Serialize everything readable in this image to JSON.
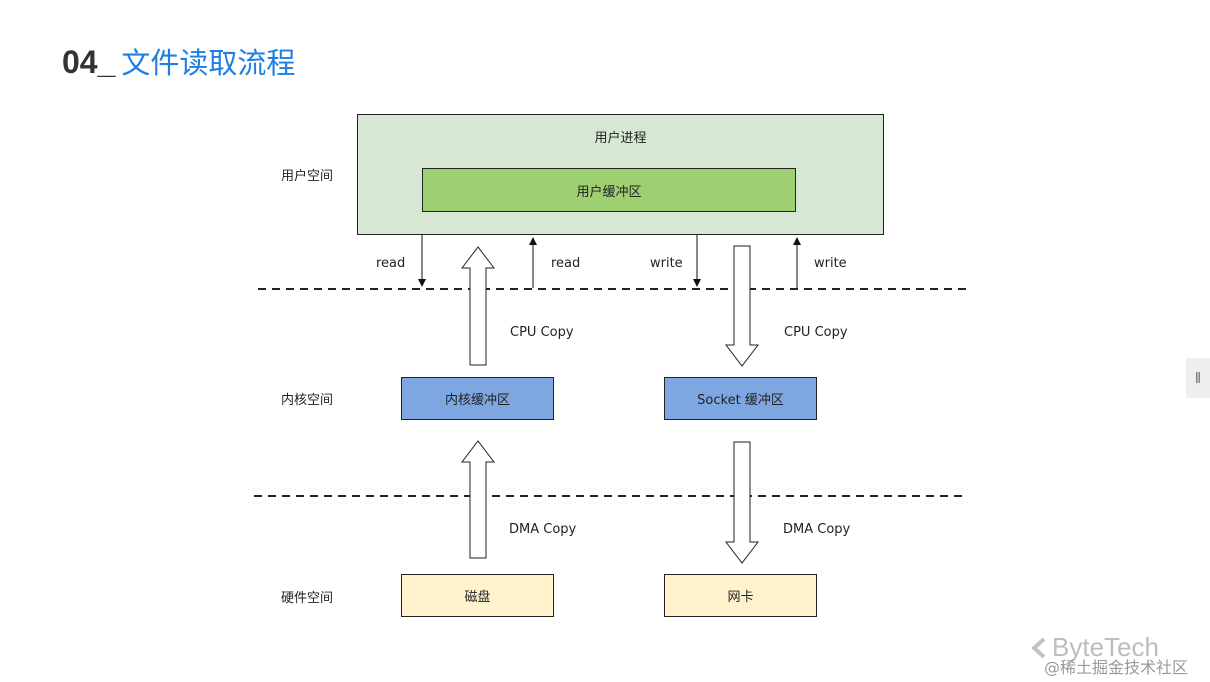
{
  "title": {
    "number": "04",
    "separator": "_",
    "text": "文件读取流程"
  },
  "zones": {
    "user": "用户空间",
    "kernel": "内核空间",
    "hardware": "硬件空间"
  },
  "user_process": {
    "label": "用户进程",
    "buffer": "用户缓冲区"
  },
  "kernel_buffers": {
    "left": "内核缓冲区",
    "right": "Socket 缓冲区"
  },
  "hardware_devices": {
    "left": "磁盘",
    "right": "网卡"
  },
  "arrow_labels": {
    "read_left": "read",
    "read_right": "read",
    "write_left": "write",
    "write_right": "write",
    "cpu_copy_left": "CPU  Copy",
    "cpu_copy_right": "CPU  Copy",
    "dma_copy_left": "DMA  Copy",
    "dma_copy_right": "DMA  Copy"
  },
  "colors": {
    "title_accent": "#1f7fe0",
    "user_space_bg": "#d6e8d4",
    "user_buffer_bg": "#9ecf70",
    "kernel_buffer_bg": "#7ea6e0",
    "hardware_bg": "#fff2cc"
  },
  "brand": {
    "logo_text": "ByteTech",
    "icon": "bytetech-chevron-icon"
  },
  "watermark": "@稀土掘金技术社区",
  "scroll_handle": {
    "icon": "drag-handle-icon",
    "glyph": "‖"
  }
}
